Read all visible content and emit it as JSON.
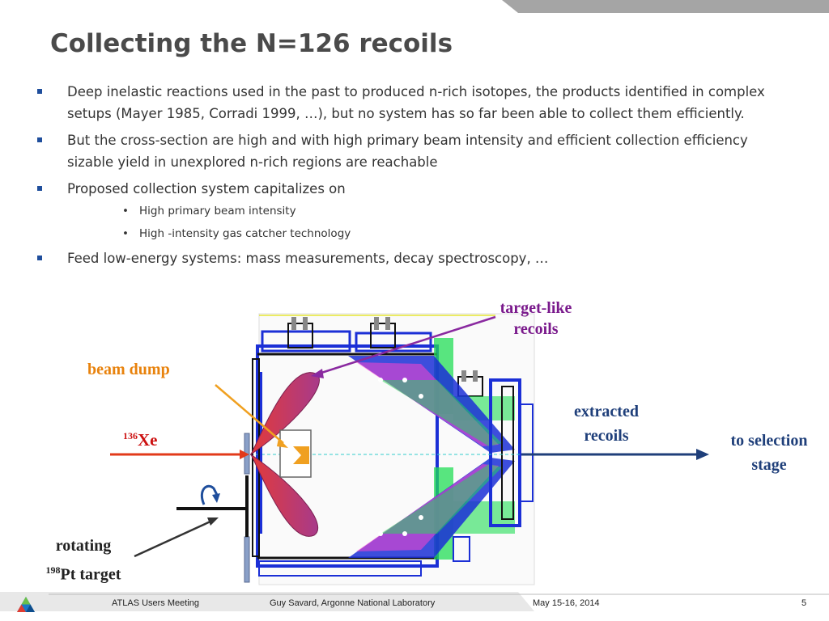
{
  "slide": {
    "title": "Collecting the N=126 recoils",
    "bullets": [
      "Deep inelastic reactions used in the past to produced n-rich isotopes, the products identified in complex setups (Mayer 1985, Corradi 1999, …), but no system has so far been able to collect them efficiently.",
      "But the cross-section are high and with high primary beam intensity and efficient collection efficiency sizable yield in unexplored n-rich regions are reachable",
      "Proposed collection system capitalizes on"
    ],
    "sub_bullets": [
      "High primary beam intensity",
      "High -intensity gas catcher technology"
    ],
    "last_bullet": "Feed low-energy systems: mass measurements, decay spectroscopy, …"
  },
  "diagram": {
    "target_like_line1": "target-like",
    "target_like_line2": "recoils",
    "beam_dump": "beam dump",
    "xe_mass": "136",
    "xe_symbol": "Xe",
    "extracted_line1": "extracted",
    "extracted_line2": "recoils",
    "selection_line1": "to selection",
    "selection_line2": "stage",
    "rotating_line1": "rotating",
    "pt_mass": "198",
    "pt_rest": "Pt target",
    "colors": {
      "purple_label": "#7a1a8c",
      "orange_label": "#e8820c",
      "red_label": "#cc1010",
      "blue_label": "#1f3f7a",
      "lobe": "#d0405a"
    }
  },
  "footer": {
    "meeting": "ATLAS Users Meeting",
    "author": "Guy Savard, Argonne National Laboratory",
    "date": "May 15-16, 2014",
    "page": "5"
  }
}
